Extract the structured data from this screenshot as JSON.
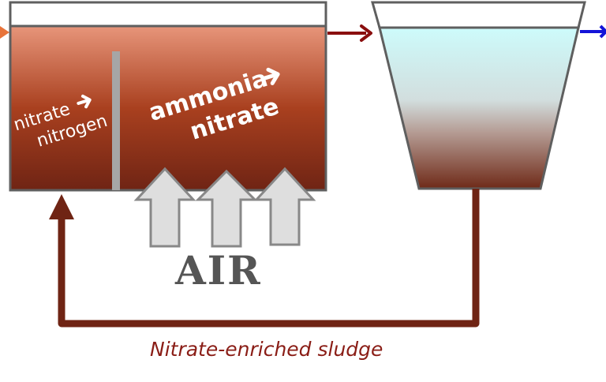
{
  "diagram": {
    "anoxic_zone": {
      "line1": "nitrate",
      "line2": "nitrogen"
    },
    "aerobic_zone": {
      "line1": "ammonia",
      "line2": "nitrate"
    },
    "air_label": "AIR",
    "recycle_label": "Nitrate-enriched sludge"
  },
  "colors": {
    "sludge_top": "#e7957a",
    "sludge_bottom": "#6f2414",
    "clarifier_water": "#cdfbfb",
    "recycle_line": "#6f2414",
    "effluent_arrow": "#1414d8",
    "influent_arrow": "#e8743a",
    "flow_arrow": "#8a0f0f",
    "air_arrow_fill": "#dedede",
    "air_arrow_stroke": "#888888"
  }
}
